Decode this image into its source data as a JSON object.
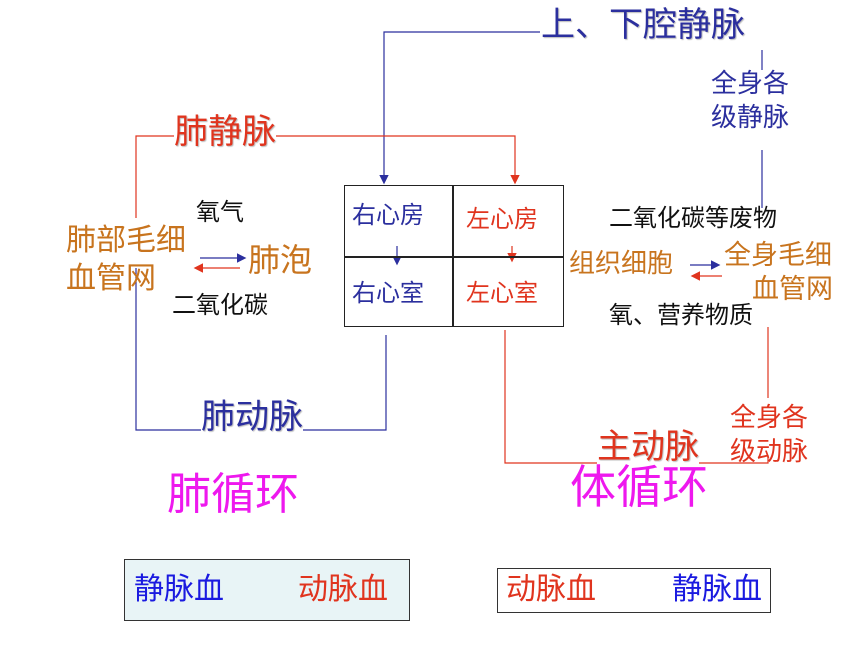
{
  "colors": {
    "blue": "#2b2f9e",
    "red": "#e0341e",
    "orange": "#c8741e",
    "magenta": "#ee18ee",
    "black": "#111111",
    "pale": "#e8f4f6"
  },
  "veins": {
    "vena_cava": "上、下腔静脉",
    "body_veins": [
      "全身各",
      "级静脉"
    ],
    "pulmonary_vein": "肺静脉"
  },
  "arteries": {
    "pulmonary_artery": "肺动脉",
    "aorta": "主动脉",
    "body_arteries": [
      "全身各",
      "级动脉"
    ]
  },
  "heart": {
    "right_atrium": "右心房",
    "left_atrium": "左心房",
    "right_ventricle": "右心室",
    "left_ventricle": "左心室"
  },
  "lung_side": {
    "capillary_net": [
      "肺部毛细",
      "血管网"
    ],
    "alveoli": "肺泡",
    "oxygen": "氧气",
    "co2": "二氧化碳"
  },
  "body_side": {
    "tissue_cells": "组织细胞",
    "body_capillaries": [
      "全身毛细",
      "血管网"
    ],
    "waste": "二氧化碳等废物",
    "nutrients": "氧、营养物质"
  },
  "circulation": {
    "pulmonary": "肺循环",
    "systemic": "体循环"
  },
  "summary_left": {
    "from": "静脉血",
    "to": "动脉血"
  },
  "summary_right": {
    "from": "动脉血",
    "to": "静脉血"
  }
}
